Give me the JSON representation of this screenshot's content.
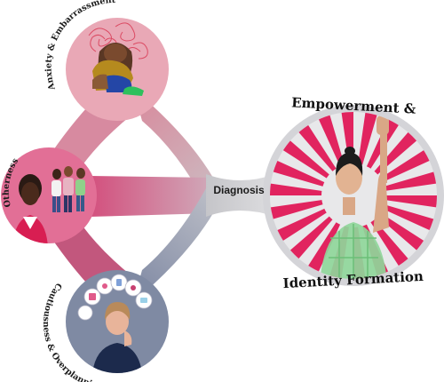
{
  "nodes": {
    "anxiety": {
      "label": "Anxiety & Embarrassment"
    },
    "otherness": {
      "label": "Otherness"
    },
    "caution": {
      "label": "Cautiousness & Overplanning"
    },
    "empower": {
      "label_top": "Empowerment &",
      "label_bottom": "Identity Formation"
    }
  },
  "center": {
    "label": "Diagnosis"
  },
  "colors": {
    "anxiety_bg": "#e9a8b6",
    "otherness_bg": "#e26f96",
    "caution_bg": "#7f8aa3",
    "empower_ray": "#e1245f",
    "empower_bg": "#e8e8ea",
    "ribbon_top": "#d58a9c",
    "ribbon_mid": "#d7547e",
    "ribbon_low": "#8a92ab",
    "ribbon_join": "#c8c8cc"
  },
  "icons": {
    "anxiety": "crouching-person-icon",
    "otherness": "person-portrait-icon",
    "caution": "thinking-person-icon",
    "empower": "raised-fist-person-icon"
  }
}
